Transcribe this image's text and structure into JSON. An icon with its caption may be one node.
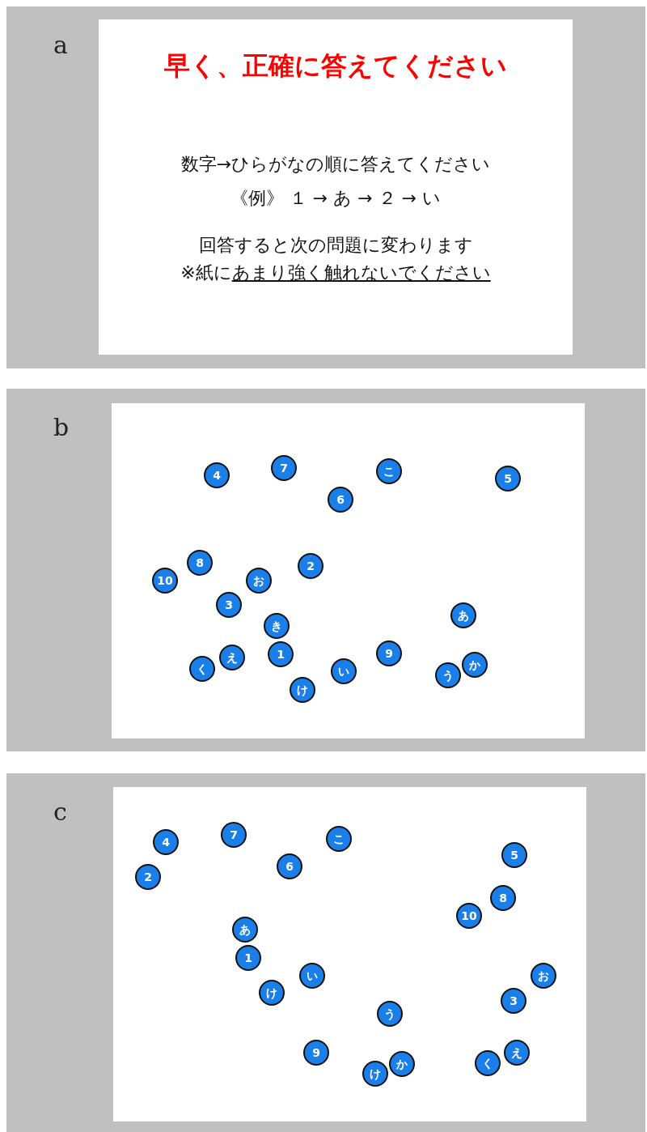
{
  "diagram": {
    "nodes": [
      {
        "text": [
          "a"
        ]
      },
      {
        "text": [
          "早く、正確に答えてください",
          "数字→ひらがなの順に答えてください",
          "《例》 １ → あ → ２ → い",
          "回答すると次の問題に変わります",
          "※紙に",
          "あまり強く触れないでください"
        ],
        "in": 0
      },
      {
        "text": [
          "b"
        ]
      },
      {
        "text": [],
        "shape": "box",
        "in": 2
      },
      {
        "text": [
          "4"
        ],
        "in": 3
      },
      {
        "text": [
          "7"
        ],
        "in": 3
      },
      {
        "text": [
          "こ"
        ],
        "in": 3
      },
      {
        "text": [
          "5"
        ],
        "in": 3
      },
      {
        "text": [
          "6"
        ],
        "in": 3
      },
      {
        "text": [
          "8"
        ],
        "in": 3
      },
      {
        "text": [
          "2"
        ],
        "in": 3
      },
      {
        "text": [
          "10"
        ],
        "in": 3
      },
      {
        "text": [
          "お"
        ],
        "in": 3
      },
      {
        "text": [
          "3"
        ],
        "in": 3
      },
      {
        "text": [
          "あ"
        ],
        "in": 3
      },
      {
        "text": [
          "き"
        ],
        "in": 3
      },
      {
        "text": [
          "9"
        ],
        "in": 3
      },
      {
        "text": [
          "1"
        ],
        "in": 3
      },
      {
        "text": [
          "え"
        ],
        "in": 3
      },
      {
        "text": [
          "か"
        ],
        "in": 3
      },
      {
        "text": [
          "く"
        ],
        "in": 3
      },
      {
        "text": [
          "い"
        ],
        "in": 3
      },
      {
        "text": [
          "う"
        ],
        "in": 3
      },
      {
        "text": [
          "け"
        ],
        "in": 3
      },
      {
        "text": [
          "c"
        ]
      },
      {
        "text": [],
        "shape": "box",
        "in": 24
      },
      {
        "text": [
          "7"
        ],
        "in": 25
      },
      {
        "text": [
          "こ"
        ],
        "in": 25
      },
      {
        "text": [
          "4"
        ],
        "in": 25
      },
      {
        "text": [
          "5"
        ],
        "in": 25
      },
      {
        "text": [
          "6"
        ],
        "in": 25
      },
      {
        "text": [
          "2"
        ],
        "in": 25
      },
      {
        "text": [
          "8"
        ],
        "in": 25
      },
      {
        "text": [
          "10"
        ],
        "in": 25
      },
      {
        "text": [
          "あ"
        ],
        "in": 25
      },
      {
        "text": [
          "1"
        ],
        "in": 25
      },
      {
        "text": [
          "い"
        ],
        "in": 25
      },
      {
        "text": [
          "お"
        ],
        "in": 25
      },
      {
        "text": [
          "け"
        ],
        "in": 25
      },
      {
        "text": [
          "3"
        ],
        "in": 25
      },
      {
        "text": [
          "う"
        ],
        "in": 25
      },
      {
        "text": [
          "9"
        ],
        "in": 25
      },
      {
        "text": [
          "え"
        ],
        "in": 25
      },
      {
        "text": [
          "く"
        ],
        "in": 25
      },
      {
        "text": [
          "か"
        ],
        "in": 25
      },
      {
        "text": [
          "け"
        ],
        "in": 25
      }
    ]
  }
}
